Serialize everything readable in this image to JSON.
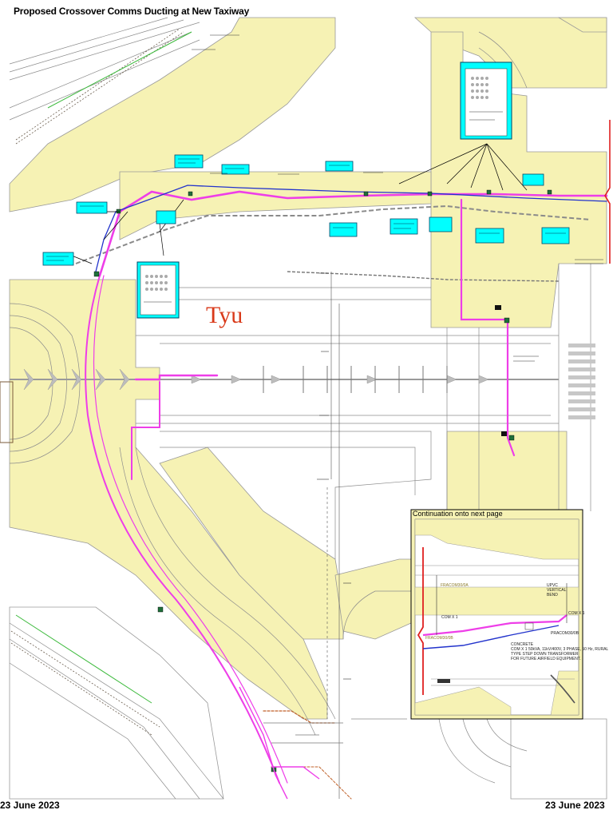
{
  "drawing": {
    "title": "Proposed Crossover Comms Ducting at New Taxiway",
    "date_left": "23 June 2023",
    "date_right": "23 June 2023",
    "stamp": "Tyu",
    "inset_label": "Continuation onto next page",
    "inset_notes": {
      "pit_top": "FRACOM30/0A",
      "pit_left": "FRACOM30/0B",
      "upvc": "UPVC\nVERTICAL\nBEND",
      "com_a": "COM X 1",
      "com_b": "COM X 1",
      "pit_right": "PRACOM30/0B",
      "transformer": "CONCRETE\nCOM X 1 50kVA, 11kV/400V, 3 PHASE, 50 Hz, RURAL\nTYPE STEP DOWN TRANSFORMER\nFOR FUTURE AIRFIELD EQUIPMENT."
    }
  },
  "colors": {
    "pavement": "#f6f2b4",
    "pavement_edge": "#9a9a9a",
    "comms_duct_magenta": "#ee3ee8",
    "comms_duct_blue": "#2233cc",
    "callout_cyan": "#00ffff",
    "stamp_red": "#d93a1a",
    "boundary_red": "#e02020"
  },
  "icons": [
    "taxiway-arrow-icon",
    "pit-marker-icon",
    "callout-box-icon"
  ]
}
